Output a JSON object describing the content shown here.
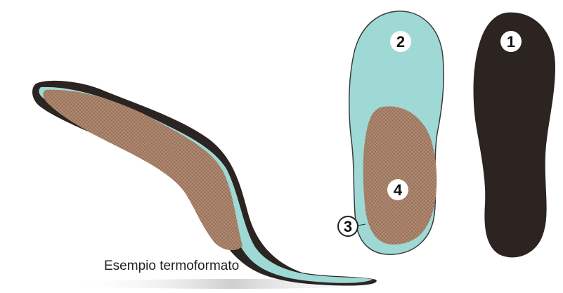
{
  "caption": "Esempio termoformato",
  "callouts": {
    "one": "1",
    "two": "2",
    "three": "3",
    "four": "4"
  },
  "colors": {
    "mesh": "#a78068",
    "shell": "#9fd9d6",
    "top_cover": "#2b2421",
    "outline": "#3a3a3a",
    "shadow": "#d8d8d8"
  }
}
